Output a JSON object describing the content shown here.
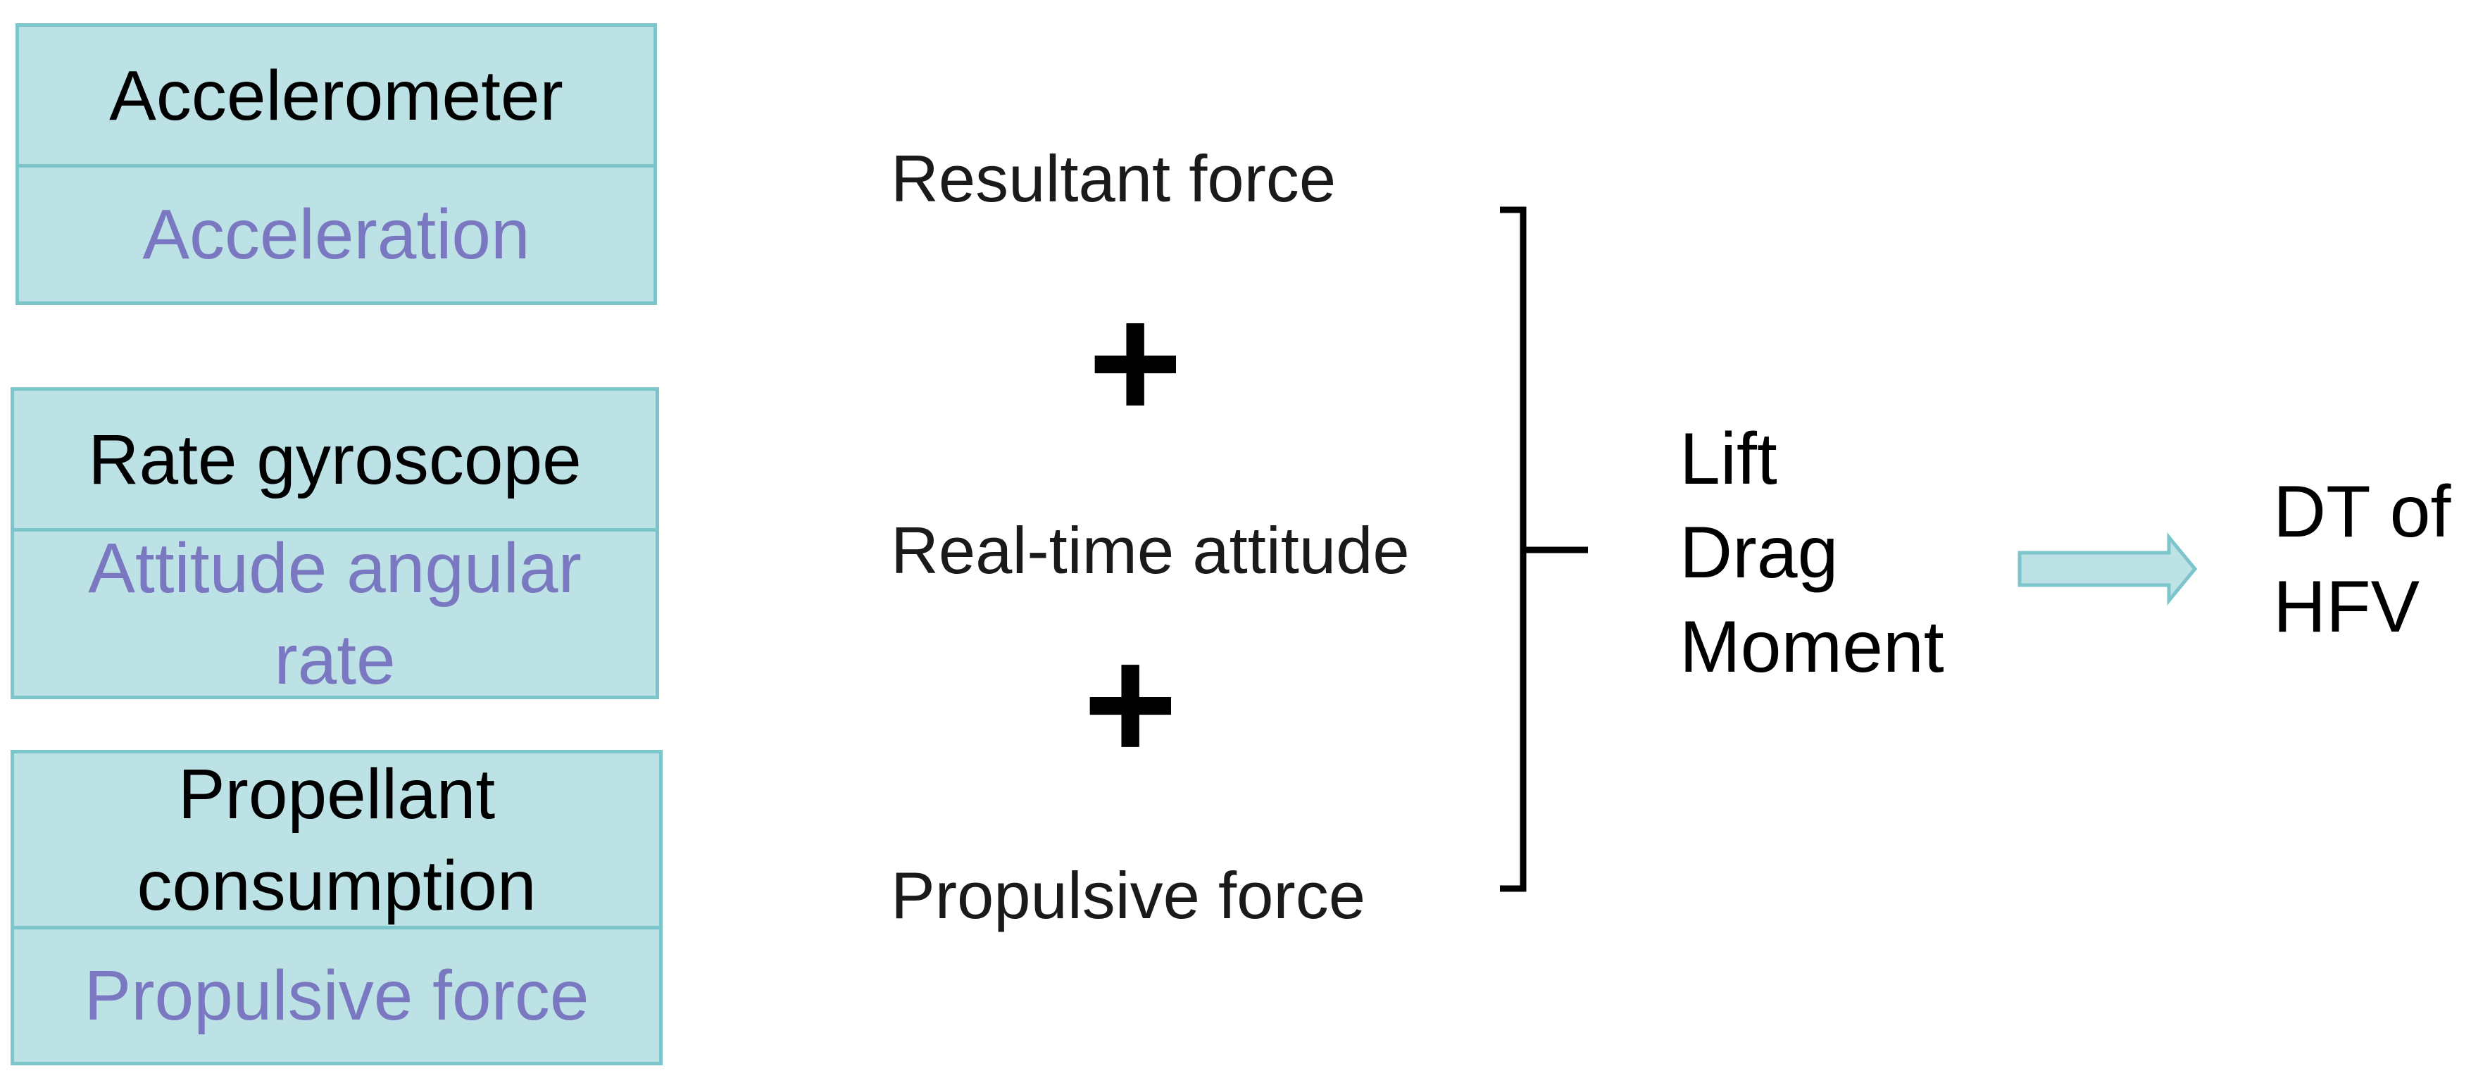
{
  "sensor_boxes": [
    {
      "sensor": "Accelerometer",
      "measurement": "Acceleration"
    },
    {
      "sensor": "Rate gyroscope",
      "measurement": "Attitude angular rate"
    },
    {
      "sensor": "Propellant consumption",
      "measurement": "Propulsive force"
    }
  ],
  "inputs": {
    "resultant_force": "Resultant force",
    "plus_1": "+",
    "real_time_attitude": "Real-time attitude",
    "plus_2": "+",
    "propulsive_force": "Propulsive force"
  },
  "outputs": [
    "Lift",
    "Drag",
    "Moment"
  ],
  "result": {
    "line1": "DT of",
    "line2": "HFV"
  },
  "colors": {
    "box_fill": "#bde2e5",
    "box_border": "#7cc5cb",
    "measurement_text": "#7a78c0",
    "arrow": "#7cc5cb"
  },
  "icons": {
    "brace": "right-curly-brace",
    "arrow": "block-arrow-right"
  }
}
